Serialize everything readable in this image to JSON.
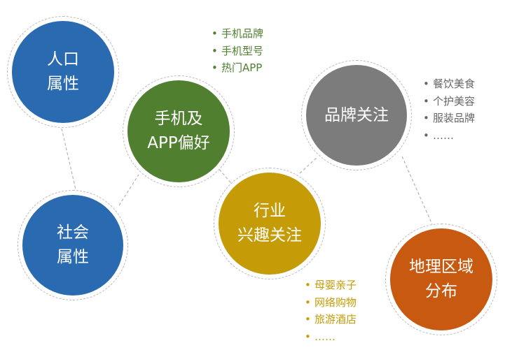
{
  "colors": {
    "blue": "#2a6ab1",
    "green": "#4f7f2f",
    "gray": "#7c7c7c",
    "gold": "#c59c07",
    "orange": "#c75a10",
    "ring": "#b9b9b9",
    "connector": "#b5b5b5",
    "text_green": "#4f7f2f",
    "text_gray": "#666666",
    "text_gold": "#c59c07"
  },
  "nodes": {
    "demographic": {
      "line1": "人口",
      "line2": "属性"
    },
    "social": {
      "line1": "社会",
      "line2": "属性"
    },
    "phone_app": {
      "line1": "手机及",
      "line2": "APP偏好"
    },
    "industry": {
      "line1": "行业",
      "line2": "兴趣关注"
    },
    "brand": {
      "line1": "品牌关注"
    },
    "geo": {
      "line1": "地理区域",
      "line2": "分布"
    }
  },
  "lists": {
    "phone_app": {
      "bullet": "•",
      "items": [
        "手机品牌",
        "手机型号",
        "热门APP"
      ]
    },
    "brand": {
      "bullet": "•",
      "items": [
        "餐饮美食",
        "个护美容",
        "服装品牌",
        "……"
      ]
    },
    "industry": {
      "bullet": "•",
      "items": [
        "母婴亲子",
        "网络购物",
        "旅游酒店",
        "……"
      ]
    }
  }
}
